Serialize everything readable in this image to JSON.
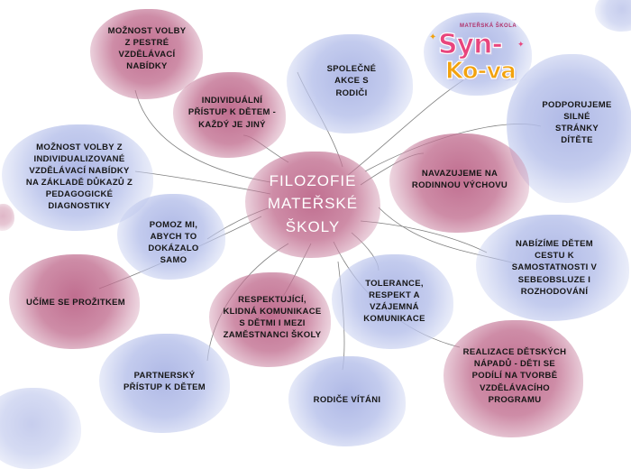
{
  "center": {
    "label": "FILOZOFIE\nMATEŘSKÉ\nŠKOLY"
  },
  "logo": {
    "school": "MATEŘSKÁ ŠKOLA",
    "line1": "Syn-",
    "line2": "Ko-va"
  },
  "nodes": [
    {
      "id": "moznost-volby-pestre",
      "text": "MOŽNOST VOLBY\nZ PESTRÉ\nVZDĚLÁVACÍ\nNABÍDKY",
      "color": "pink"
    },
    {
      "id": "individualni-pristup",
      "text": "INDIVIDUÁLNÍ\nPŘÍSTUP K DĚTEM -\nKAŽDÝ JE JINÝ",
      "color": "pink"
    },
    {
      "id": "spolecne-akce",
      "text": "SPOLEČNÉ\nAKCE S\nRODIČI",
      "color": "blue"
    },
    {
      "id": "podporujeme",
      "text": "PODPORUJEME\nSILNÉ\nSTRÁNKY\nDÍTĚTE",
      "color": "blue"
    },
    {
      "id": "moznost-volby-individualizovane",
      "text": "MOŽNOST VOLBY Z\nINDIVIDUALIZOVANÉ\nVZDĚLÁVACÍ NABÍDKY\nNA ZÁKLADĚ DŮKAZŮ Z\nPEDAGOGICKÉ\nDIAGNOSTIKY",
      "color": "blue"
    },
    {
      "id": "navazujeme",
      "text": "NAVAZUJEME NA\nRODINNOU VÝCHOVU",
      "color": "pink"
    },
    {
      "id": "pomoz-mi",
      "text": "POMOZ MI,\nABYCH TO\nDOKÁZALO\nSAMO",
      "color": "blue"
    },
    {
      "id": "nabizime",
      "text": "NABÍZÍME DĚTEM\nCESTU K\nSAMOSTATNOSTI V\nSEBEOBSLUZE I\nROZHODOVÁNÍ",
      "color": "blue"
    },
    {
      "id": "ucime-se",
      "text": "UČÍME SE PROŽITKEM",
      "color": "pink"
    },
    {
      "id": "tolerance",
      "text": "TOLERANCE,\nRESPEKT A\nVZÁJEMNÁ\nKOMUNIKACE",
      "color": "blue"
    },
    {
      "id": "respektujici",
      "text": "RESPEKTUJÍCÍ,\nKLIDNÁ KOMUNIKACE\nS DĚTMI I MEZI\nZAMĚSTNANCI ŠKOLY",
      "color": "pink"
    },
    {
      "id": "realizace",
      "text": "REALIZACE DĚTSKÝCH\nNÁPADŮ - DĚTI SE\nPODÍLÍ NA TVORBĚ\nVZDĚLÁVACÍHO\nPROGRAMU",
      "color": "pink"
    },
    {
      "id": "partnersky",
      "text": "PARTNERSKÝ\nPŘÍSTUP K DĚTEM",
      "color": "blue"
    },
    {
      "id": "rodice-vitani",
      "text": "RODIČE VÍTÁNI",
      "color": "blue"
    }
  ]
}
